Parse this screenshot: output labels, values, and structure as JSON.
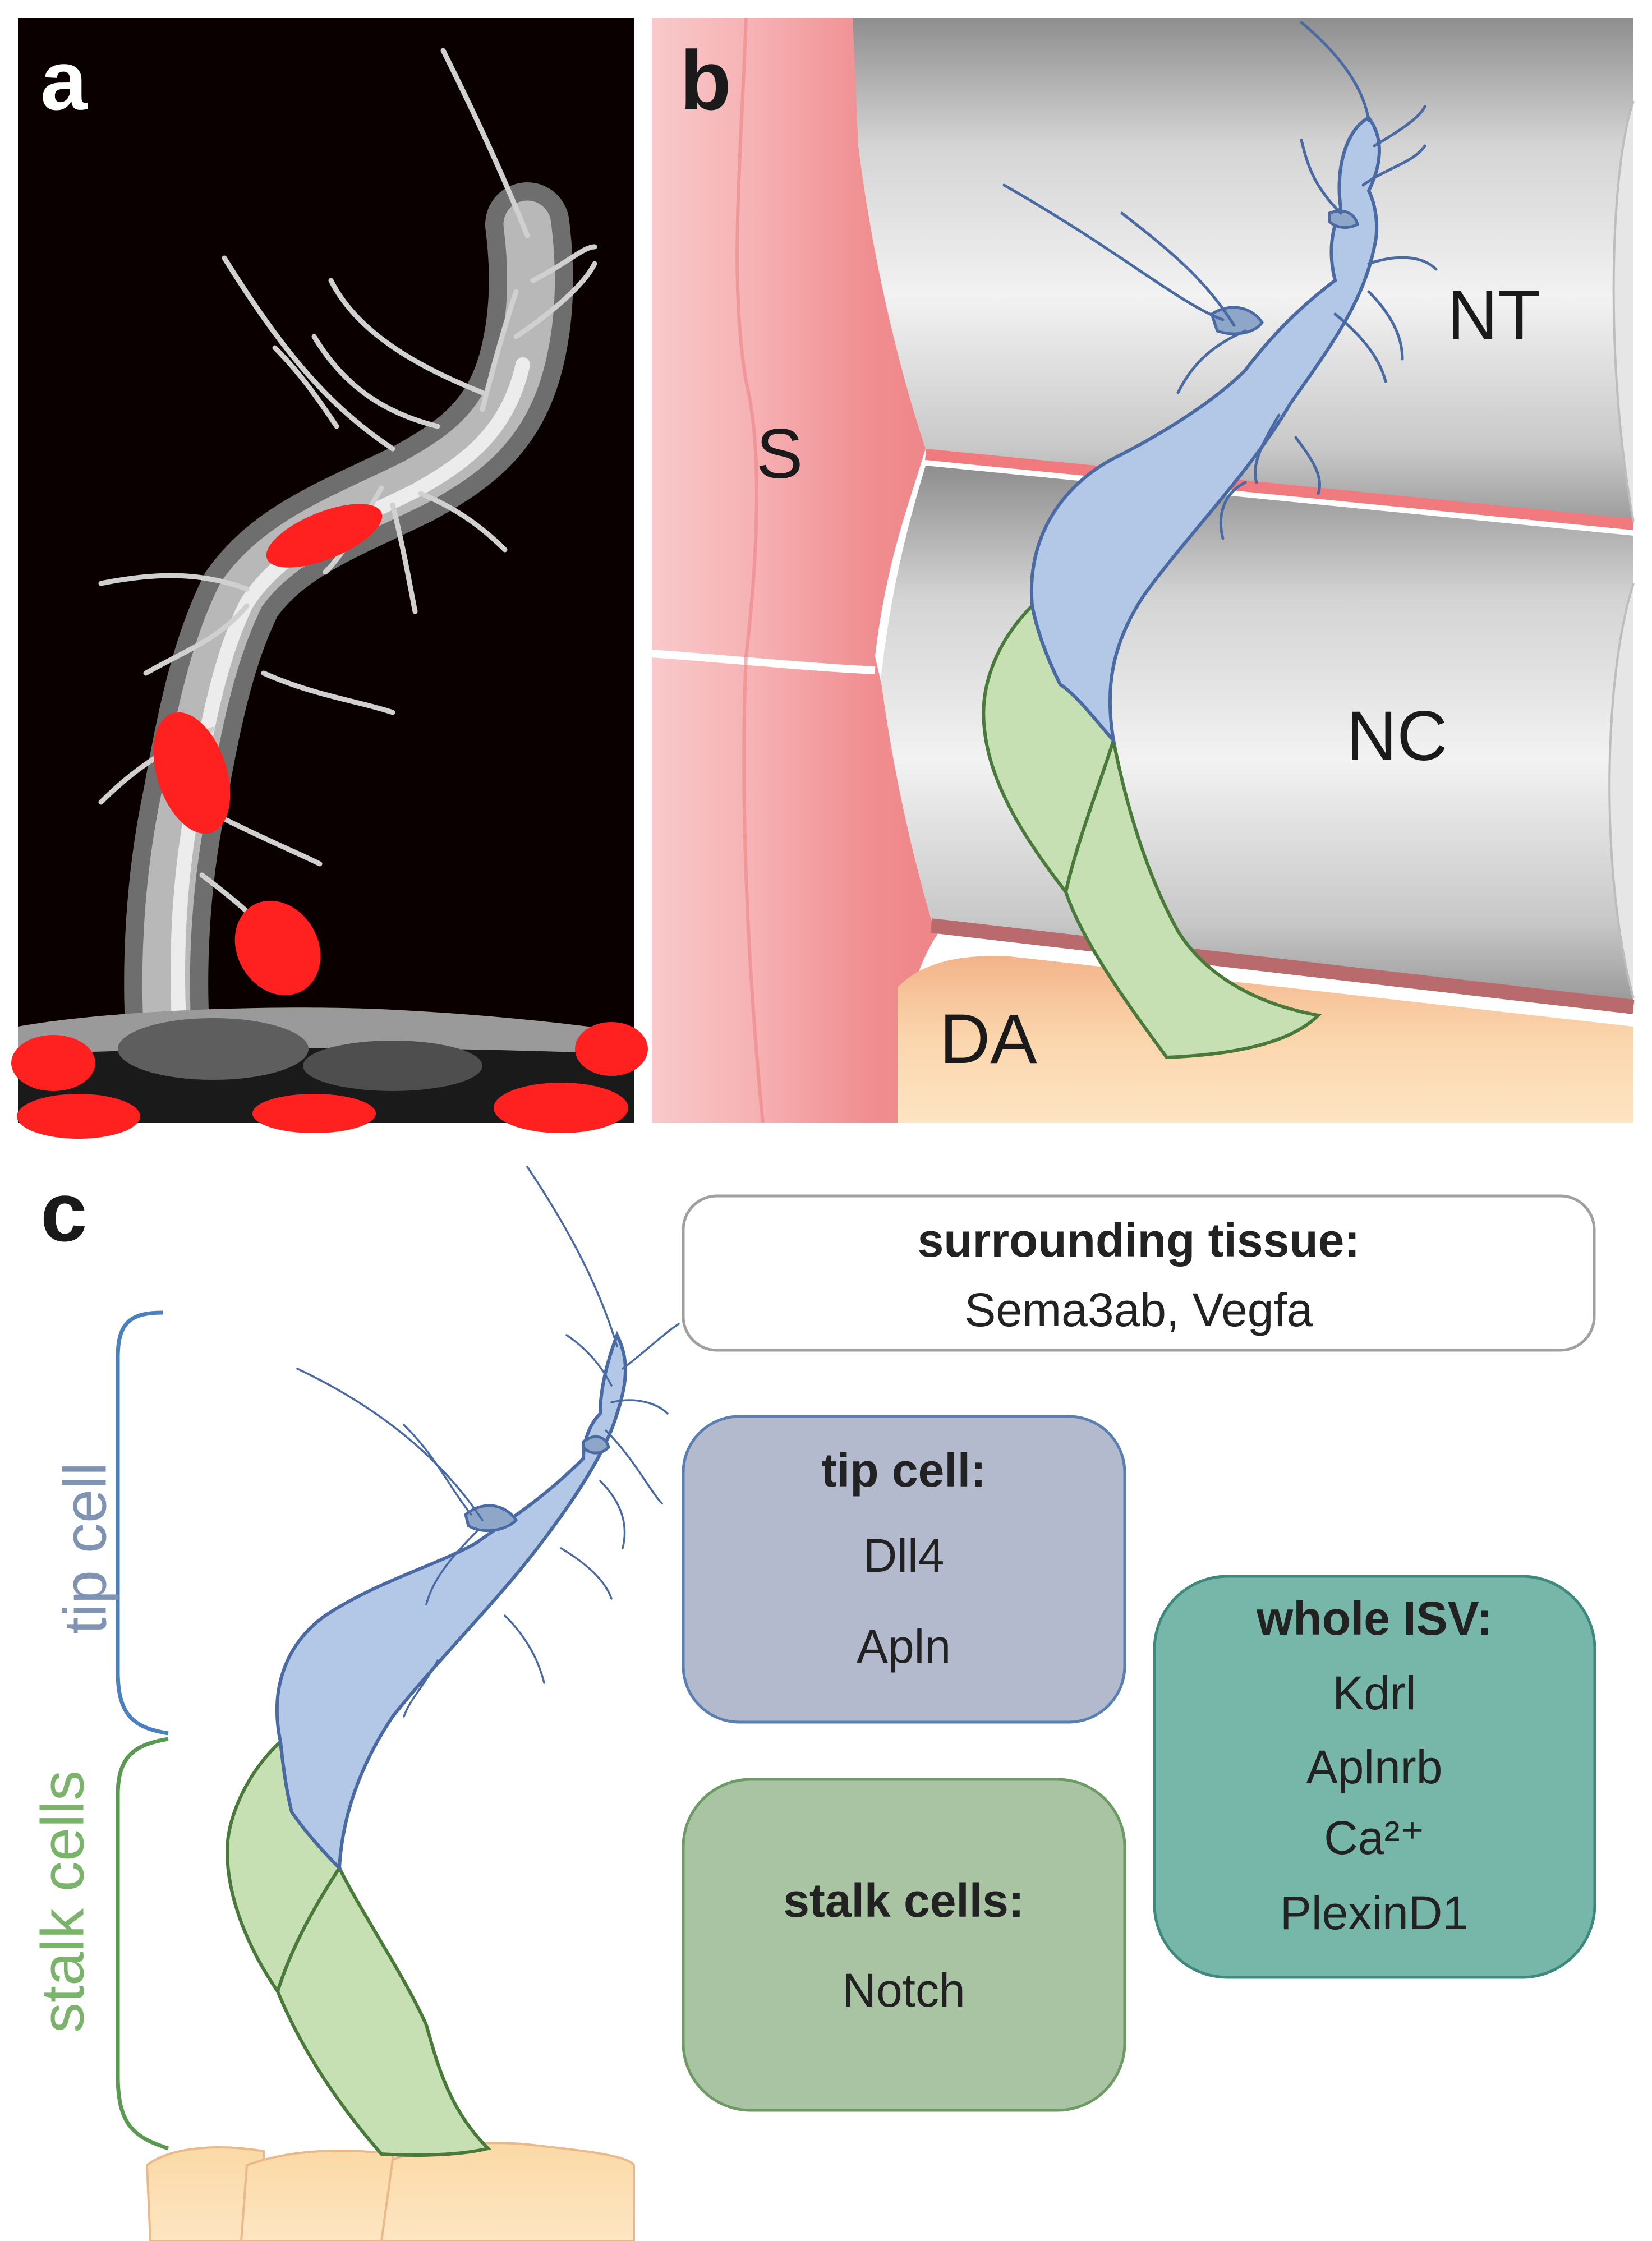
{
  "panels": {
    "a": {
      "letter": "a"
    },
    "b": {
      "letter": "b",
      "labels": {
        "s": "S",
        "nt": "NT",
        "nc": "NC",
        "da": "DA"
      }
    },
    "c": {
      "letter": "c",
      "brackets": {
        "tip": "tip cell",
        "stalk": "stalk cells"
      },
      "boxes": {
        "surrounding": {
          "title": "surrounding tissue:",
          "items": [
            "Sema3ab, Vegfa"
          ]
        },
        "tip": {
          "title": "tip cell:",
          "items": [
            "Dll4",
            "Apln"
          ]
        },
        "stalk": {
          "title": "stalk cells:",
          "items": [
            "Notch"
          ]
        },
        "whole": {
          "title": "whole ISV:",
          "items": [
            "Kdrl",
            "Aplnrb",
            "Ca²⁺",
            "PlexinD1"
          ]
        }
      }
    }
  },
  "colors": {
    "tip_cell_fill": "#b3c7e6",
    "tip_cell_stroke": "#4a6aa3",
    "stalk_cell_fill": "#c6e0b4",
    "stalk_cell_stroke": "#4a7a3a",
    "tip_bracket": "#4a7fc0",
    "stalk_bracket": "#5a9a50",
    "tip_bracket_text": "#7f93b3",
    "stalk_bracket_text": "#7ab36a",
    "surrounding_box_fill": "#ffffff",
    "tip_box_fill": "#b3bacd",
    "stalk_box_fill": "#a8c4a2",
    "whole_box_fill": "#76b7aa",
    "somite": "#f19a9c",
    "dorsal_aorta": "#f8c79a",
    "nuclei": "#ff2020"
  }
}
